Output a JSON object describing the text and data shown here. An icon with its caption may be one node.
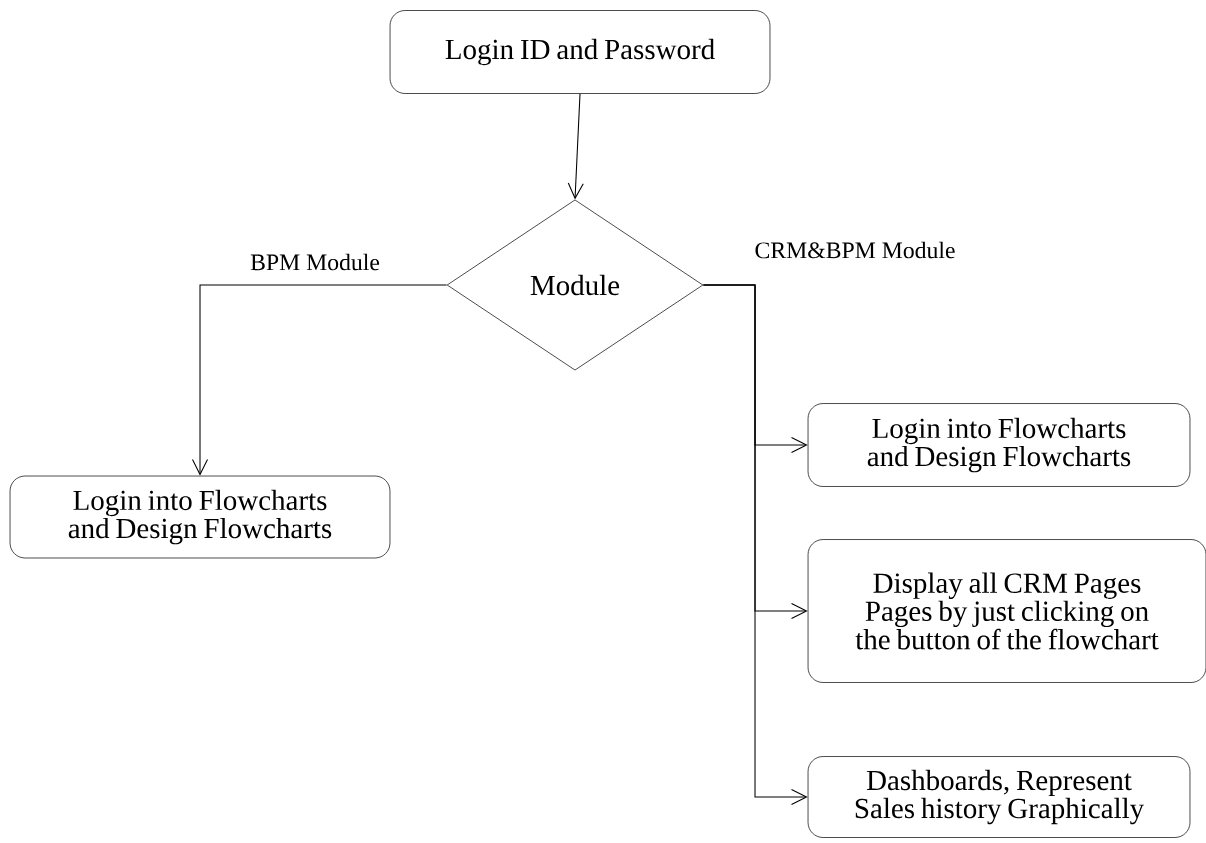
{
  "diagram": {
    "nodes": [
      {
        "text": [
          "Login ID and Password"
        ]
      },
      {
        "text": [
          "Module"
        ]
      },
      {
        "text": [
          "Login into Flowcharts and Design Flowcharts"
        ]
      },
      {
        "text": [
          "Login into Flowcharts and Design Flowcharts"
        ]
      },
      {
        "text": [
          "Display all CRM Pages Pages by just clicking on the button of the flowchart"
        ]
      },
      {
        "text": [
          "Dashboards, Represent Sales history Graphically"
        ]
      }
    ],
    "edges": [
      {
        "from": 0,
        "to": 1,
        "arrow": "to"
      },
      {
        "from": 1,
        "to": 2,
        "arrow": "to",
        "label": "BPM Module"
      },
      {
        "from": 1,
        "to": 3,
        "arrow": "to",
        "label": "CRM&BPM Module"
      },
      {
        "from": 1,
        "to": 4,
        "arrow": "to"
      },
      {
        "from": 1,
        "to": 5,
        "arrow": "to"
      }
    ]
  }
}
